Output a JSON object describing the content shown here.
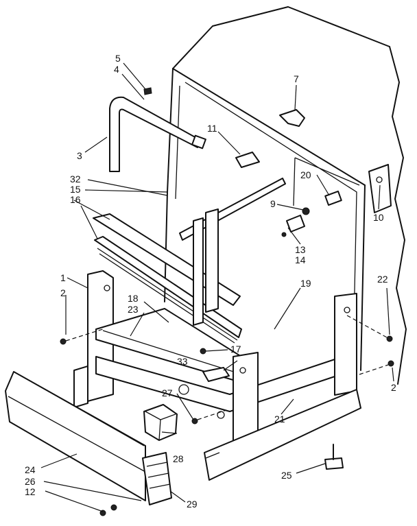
{
  "callouts": {
    "c1": "1",
    "c2a": "2",
    "c2b": "2",
    "c3": "3",
    "c4": "4",
    "c5": "5",
    "c7": "7",
    "c9": "9",
    "c10": "10",
    "c11": "11",
    "c12": "12",
    "c13": "13",
    "c14": "14",
    "c15": "15",
    "c16": "16",
    "c17": "17",
    "c18": "18",
    "c19": "19",
    "c20": "20",
    "c21": "21",
    "c22": "22",
    "c23": "23",
    "c24": "24",
    "c25": "25",
    "c26": "26",
    "c27": "27",
    "c28": "28",
    "c29": "29",
    "c32": "32",
    "c33": "33"
  }
}
